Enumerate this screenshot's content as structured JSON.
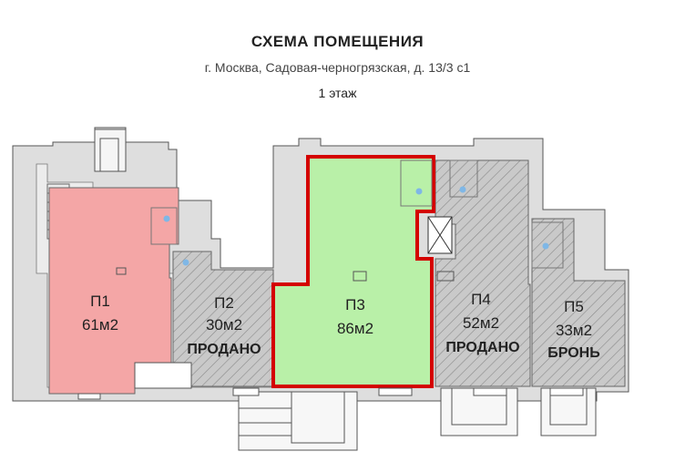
{
  "header": {
    "title": "СХЕМА ПОМЕЩЕНИЯ",
    "address": "г. Москва, Садовая-черногрязская, д. 13/3 с1",
    "floor": "1 этаж"
  },
  "colors": {
    "wall": "#dddddd",
    "wall_outline": "#555555",
    "room_p1": "#f4a6a6",
    "room_p3": "#b9f0a8",
    "room_p3_border": "#d40000",
    "room_sold": "#c8c8c8",
    "hatch": "#8a8a8a"
  },
  "rooms": {
    "p1": {
      "name": "П1",
      "area": "61м2",
      "status": ""
    },
    "p2": {
      "name": "П2",
      "area": "30м2",
      "status": "ПРОДАНО"
    },
    "p3": {
      "name": "П3",
      "area": "86м2",
      "status": ""
    },
    "p4": {
      "name": "П4",
      "area": "52м2",
      "status": "ПРОДАНО"
    },
    "p5": {
      "name": "П5",
      "area": "33м2",
      "status": "БРОНЬ"
    }
  }
}
